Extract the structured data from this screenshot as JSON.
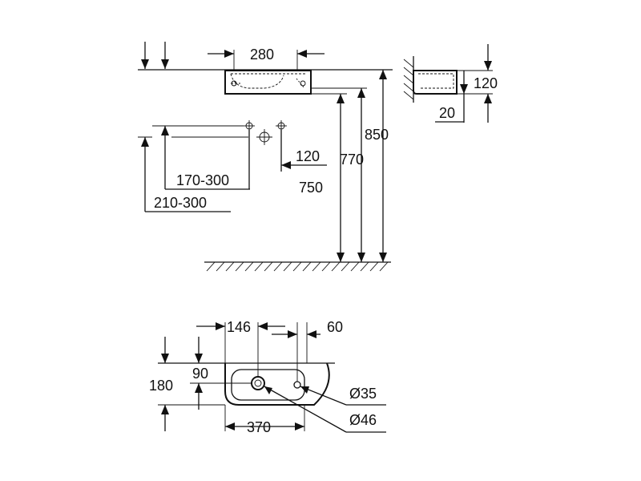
{
  "front_view": {
    "width_label": "280",
    "height_850": "850",
    "height_770": "770",
    "height_750": "750",
    "offset_120": "120",
    "range_170_300": "170-300",
    "range_210_300": "210-300"
  },
  "side_view": {
    "height_120": "120",
    "depth_20": "20"
  },
  "top_view": {
    "dim_146": "146",
    "dim_60": "60",
    "dim_180": "180",
    "dim_90": "90",
    "dim_370": "370",
    "dia_35": "Ø35",
    "dia_46": "Ø46"
  }
}
